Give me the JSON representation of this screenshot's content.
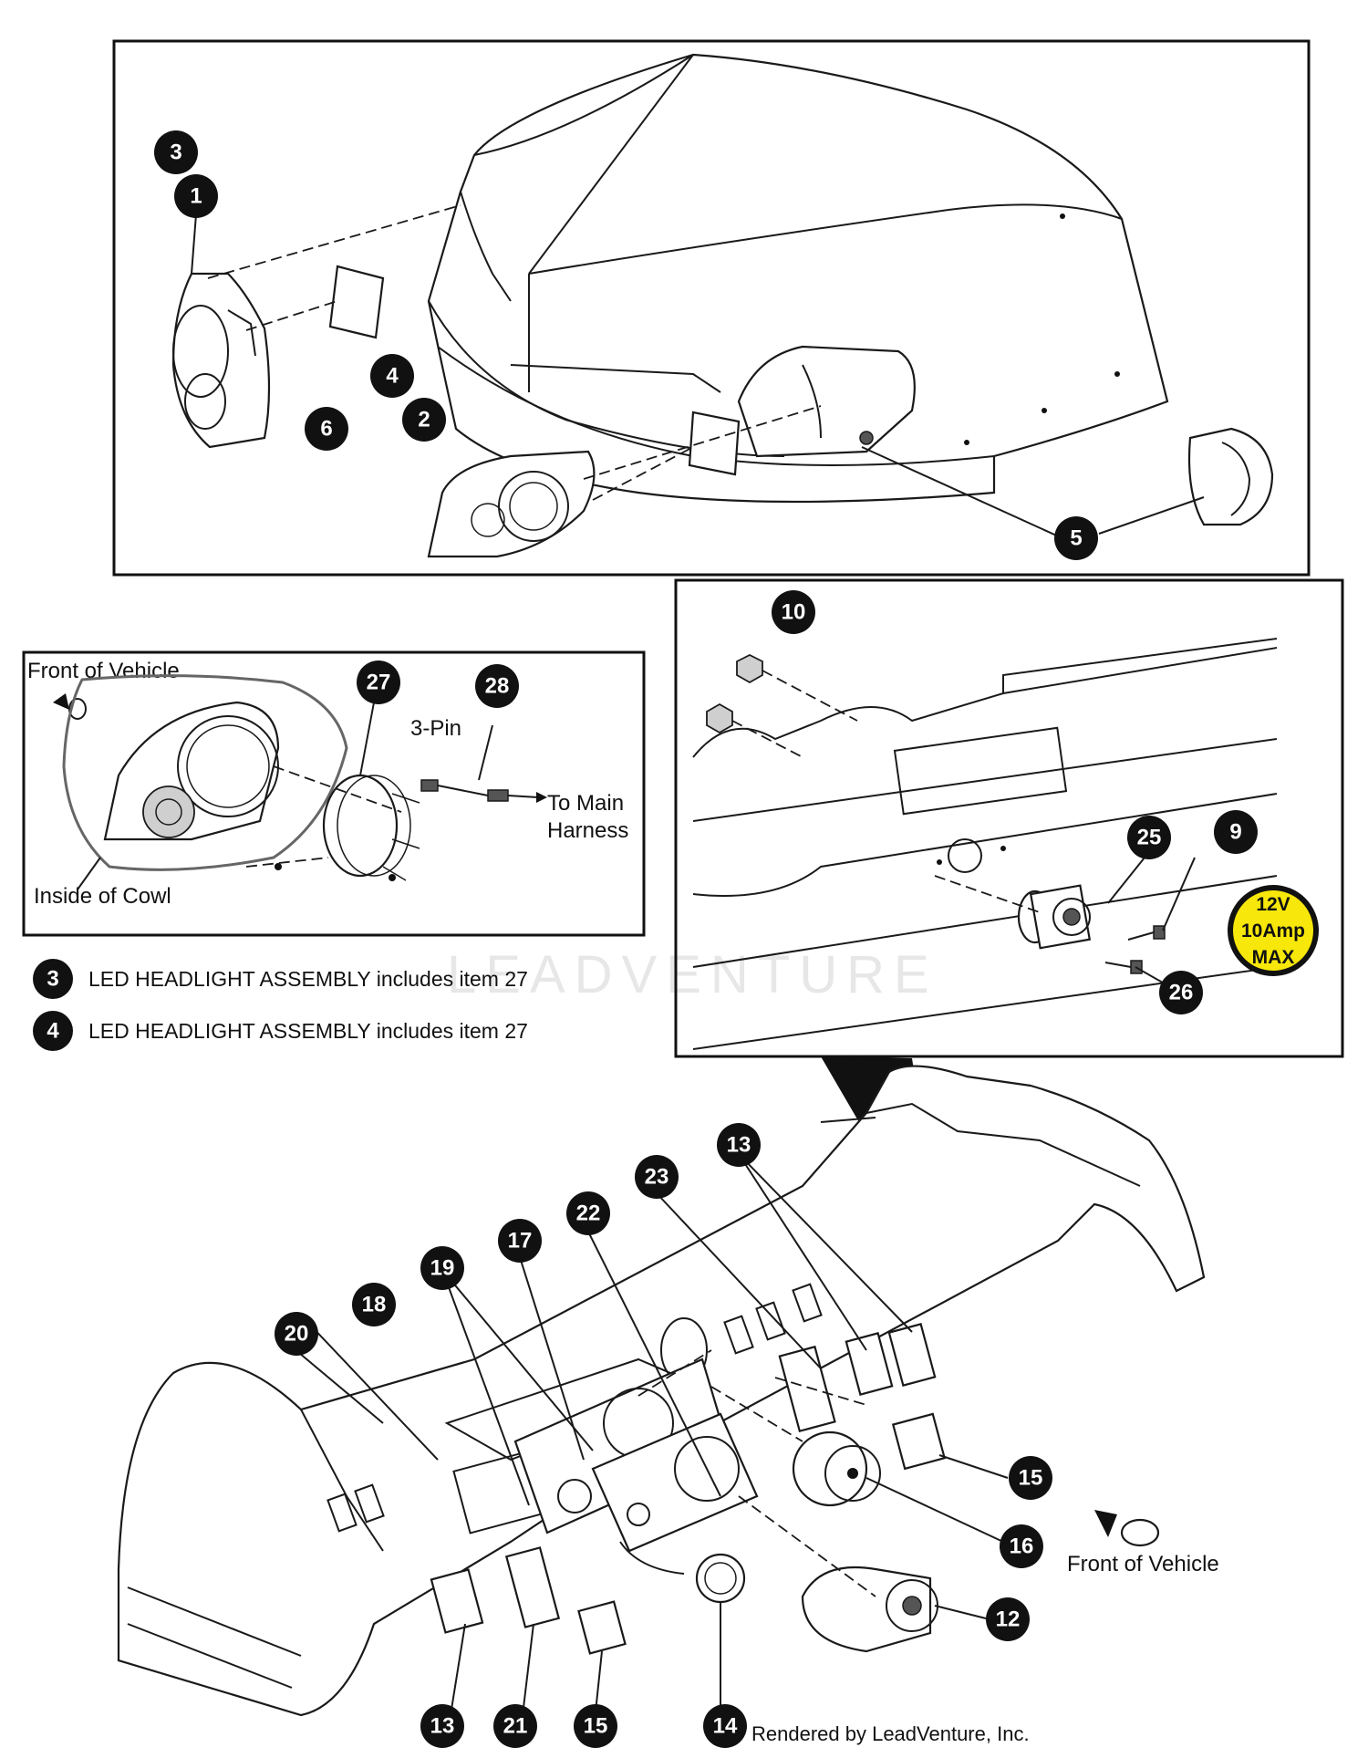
{
  "callouts": {
    "c3_top": "3",
    "c1": "1",
    "c6": "6",
    "c4_top": "4",
    "c2": "2",
    "c5": "5",
    "c27": "27",
    "c28": "28",
    "c10": "10",
    "c25": "25",
    "c9": "9",
    "c26": "26",
    "c3_leg": "3",
    "c4_leg": "4",
    "c13_a": "13",
    "c23": "23",
    "c22": "22",
    "c17": "17",
    "c19": "19",
    "c18": "18",
    "c20": "20",
    "c15_a": "15",
    "c16": "16",
    "c12": "12",
    "c13_b": "13",
    "c21": "21",
    "c15_b": "15",
    "c14": "14"
  },
  "detail_headlight": {
    "front_of_vehicle": "Front of Vehicle",
    "inside_of_cowl": "Inside of Cowl",
    "three_pin": "3-Pin",
    "to_main": "To Main",
    "harness": "Harness"
  },
  "detail_outlet": {
    "warning_line1": "12V",
    "warning_line2": "10Amp",
    "warning_line3": "MAX",
    "warning_color": "#f7e70a"
  },
  "legend": [
    {
      "number": "3",
      "text": "LED HEADLIGHT ASSEMBLY includes item 27"
    },
    {
      "number": "4",
      "text": "LED HEADLIGHT ASSEMBLY includes item 27"
    }
  ],
  "dash_label": "Front of Vehicle",
  "watermark": "LEADVENTURE",
  "footer": "Rendered by LeadVenture, Inc."
}
